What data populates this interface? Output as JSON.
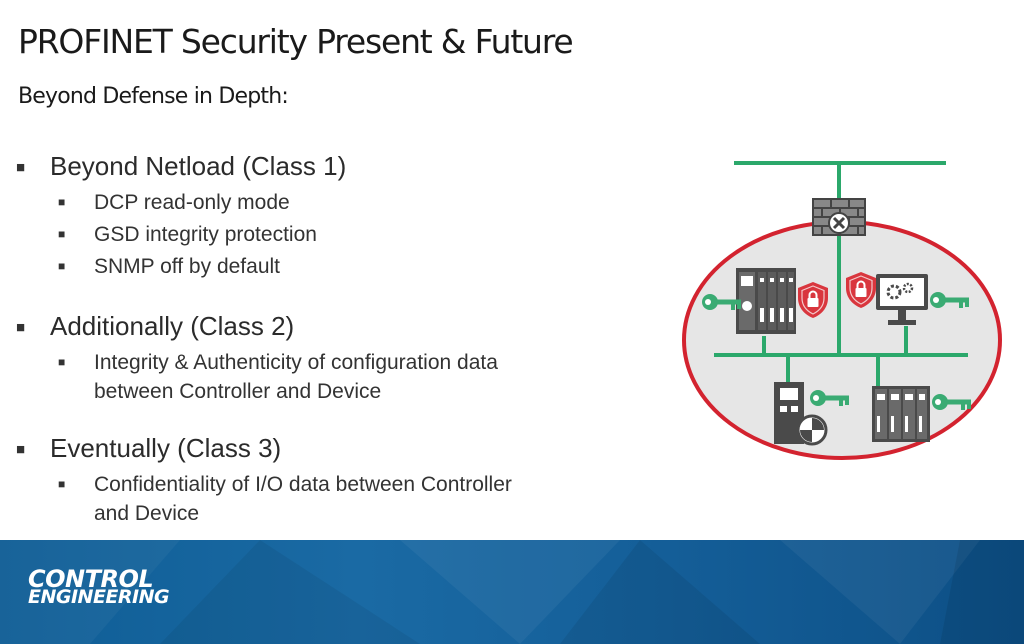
{
  "slide": {
    "title": "PROFINET Security Present & Future",
    "subtitle": "Beyond Defense in Depth:"
  },
  "bullets": [
    {
      "label": "Beyond Netload (Class 1)",
      "items": [
        "DCP read-only mode",
        "GSD integrity protection",
        "SNMP off by default"
      ]
    },
    {
      "label": "Additionally (Class 2)",
      "items": [
        "Integrity & Authenticity of configuration data between Controller and Device"
      ]
    },
    {
      "label": "Eventually (Class 3)",
      "items": [
        "Confidentiality of I/O data between Controller and Device"
      ]
    }
  ],
  "footer": {
    "logo_line1": "CONTROL",
    "logo_line2": "ENGINEERING"
  },
  "colors": {
    "network_line": "#2ba86b",
    "key": "#3aab73",
    "zone_border": "#d3232f",
    "zone_fill": "#e6e6e6",
    "shield": "#d9363e",
    "device": "#4a4a4a",
    "footer_bg": "#155f99"
  },
  "icons": [
    "firewall-icon",
    "controller-icon",
    "workstation-icon",
    "io-device-icon",
    "drive-device-icon",
    "shield-lock-icon",
    "key-icon"
  ]
}
